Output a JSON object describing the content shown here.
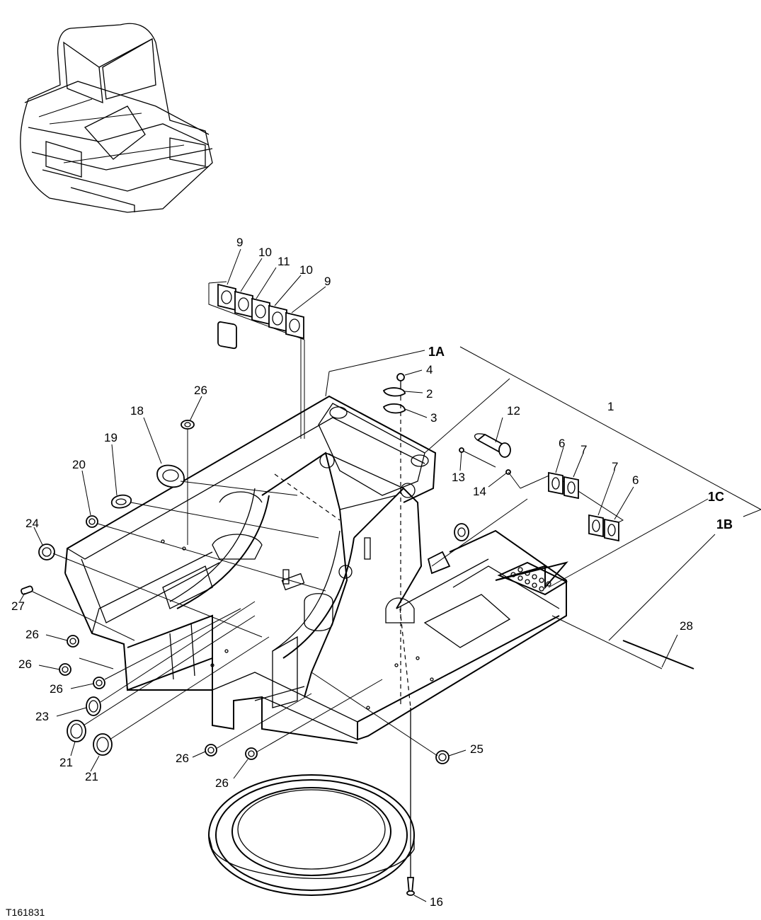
{
  "figure_id": "T161831",
  "callouts": {
    "c1": "1",
    "c1A": "1A",
    "c1B": "1B",
    "c1C": "1C",
    "c2": "2",
    "c3": "3",
    "c4": "4",
    "c6a": "6",
    "c6b": "6",
    "c7a": "7",
    "c7b": "7",
    "c9a": "9",
    "c9b": "9",
    "c10a": "10",
    "c10b": "10",
    "c11": "11",
    "c12": "12",
    "c13": "13",
    "c14": "14",
    "c16": "16",
    "c18": "18",
    "c19": "19",
    "c20": "20",
    "c21a": "21",
    "c21b": "21",
    "c23": "23",
    "c24": "24",
    "c25": "25",
    "c26a": "26",
    "c26b": "26",
    "c26c": "26",
    "c26d": "26",
    "c26e": "26",
    "c26f": "26",
    "c27": "27",
    "c28": "28"
  }
}
